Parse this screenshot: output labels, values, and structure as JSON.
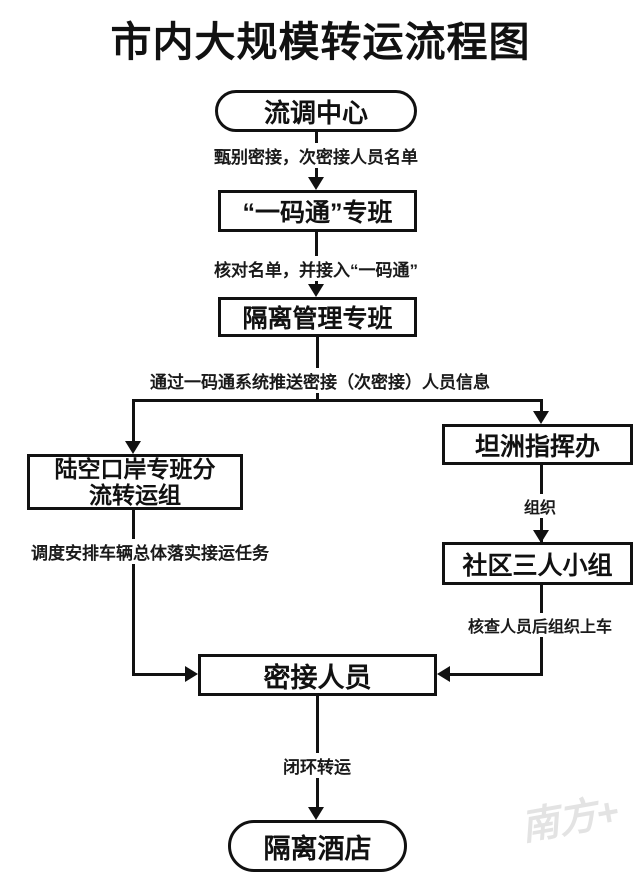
{
  "title": "市内大规模转运流程图",
  "flowchart": {
    "nodes": {
      "liudiao_zhongxin": {
        "label": "流调中心",
        "shape": "rounded"
      },
      "yimatong_zhuanban": {
        "label": "“一码通”专班",
        "shape": "rect"
      },
      "geli_guanli_zhuanban": {
        "label": "隔离管理专班",
        "shape": "rect"
      },
      "lukong_kouan_zhuanban": {
        "lines": [
          "陆空口岸专班分",
          "流转运组"
        ],
        "shape": "rect"
      },
      "tanzhou_zhihuiban": {
        "label": "坦洲指挥办",
        "shape": "rect"
      },
      "shequ_sanren_xiaozu": {
        "label": "社区三人小组",
        "shape": "rect"
      },
      "mijie_renyuan": {
        "label": "密接人员",
        "shape": "rect"
      },
      "geli_jiudian": {
        "label": "隔离酒店",
        "shape": "rounded"
      }
    },
    "edge_labels": {
      "screen_list": "甄别密接，次密接人员名单",
      "check_list": "核对名单，并接入“一码通”",
      "push_info": "通过一码通系统推送密接（次密接）人员信息",
      "dispatch": "调度安排车辆总体落实接运任务",
      "organize": "组织",
      "verify_board": "核查人员后组织上车",
      "closed_loop": "闭环转运"
    }
  },
  "watermark": "南方+",
  "colors": {
    "line": "#111111",
    "background": "#ffffff",
    "watermark": "#e3e3e3"
  }
}
